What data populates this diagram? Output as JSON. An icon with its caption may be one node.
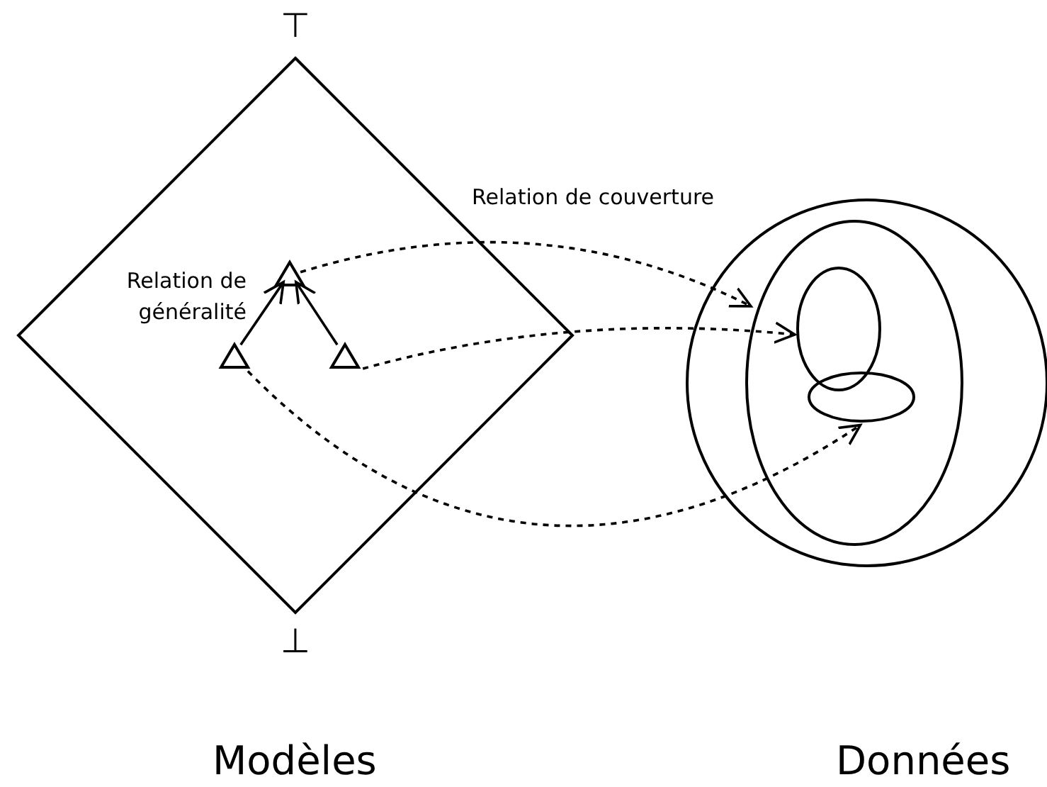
{
  "diagram": {
    "nodes": [
      {
        "text": [],
        "shape": "diamond"
      },
      {
        "text": [],
        "shape": "triangle",
        "in": 0
      },
      {
        "text": [],
        "shape": "triangle",
        "in": 0
      },
      {
        "text": [],
        "shape": "triangle",
        "in": 0
      },
      {
        "text": [],
        "shape": "circle"
      },
      {
        "text": [],
        "shape": "ellipse",
        "in": 4
      },
      {
        "text": [],
        "shape": "ellipse",
        "in": 5
      },
      {
        "text": [],
        "shape": "ellipse",
        "in": 5
      }
    ],
    "edges": [
      {
        "from": 2,
        "to": 1,
        "arrow": "to"
      },
      {
        "from": 3,
        "to": 1,
        "arrow": "to"
      },
      {
        "from": 1,
        "to": 5,
        "arrow": "to",
        "style": "dashed"
      },
      {
        "from": 3,
        "to": 6,
        "arrow": "to",
        "style": "dashed"
      },
      {
        "from": 2,
        "to": 7,
        "arrow": "to",
        "style": "dashed"
      }
    ],
    "labels": [
      "⊤",
      "Relation de couverture",
      "Relation de généralité",
      "⊥",
      "Modèles",
      "Données"
    ]
  }
}
